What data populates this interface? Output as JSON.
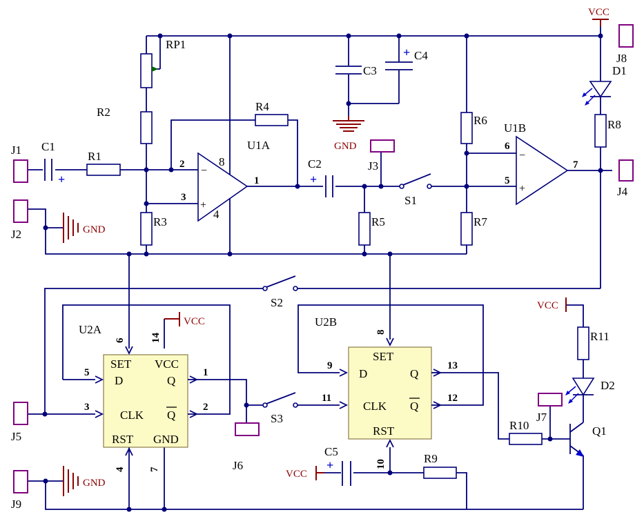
{
  "components": {
    "J1": "J1",
    "J2": "J2",
    "J3": "J3",
    "J4": "J4",
    "J5": "J5",
    "J6": "J6",
    "J7": "J7",
    "J8": "J8",
    "J9": "J9",
    "C1": "C1",
    "C2": "C2",
    "C3": "C3",
    "C4": "C4",
    "C5": "C5",
    "R1": "R1",
    "R2": "R2",
    "R3": "R3",
    "R4": "R4",
    "R5": "R5",
    "R6": "R6",
    "R7": "R7",
    "R8": "R8",
    "R9": "R9",
    "R10": "R10",
    "R11": "R11",
    "RP1": "RP1",
    "U1A": "U1A",
    "U1B": "U1B",
    "U2A": "U2A",
    "U2B": "U2B",
    "S1": "S1",
    "S2": "S2",
    "S3": "S3",
    "D1": "D1",
    "D2": "D2",
    "Q1": "Q1"
  },
  "power": {
    "vcc": "VCC",
    "gnd": "GND"
  },
  "polarity": {
    "plus": "+",
    "minus": "−"
  },
  "pins": {
    "u1a_inv": "2",
    "u1a_noninv": "3",
    "u1a_out": "1",
    "u1a_vcc": "8",
    "u1a_gnd": "4",
    "u1b_inv": "6",
    "u1b_noninv": "5",
    "u1b_out": "7",
    "u2a_set": "6",
    "u2a_vcc": "14",
    "u2a_d": "5",
    "u2a_clk": "3",
    "u2a_q": "1",
    "u2a_qbar": "2",
    "u2a_rst": "4",
    "u2a_gnd": "7",
    "u2b_set": "8",
    "u2b_d": "9",
    "u2b_clk": "11",
    "u2b_q": "13",
    "u2b_qbar": "12",
    "u2b_rst": "10"
  },
  "ff_labels": {
    "set": "SET",
    "vcc": "VCC",
    "d": "D",
    "q": "Q",
    "clk": "CLK",
    "qbar": "Q",
    "rst": "RST",
    "gnd": "GND"
  },
  "colors": {
    "wire": "#00007a",
    "power": "#8b0000",
    "connector": "#800080",
    "ic_fill": "#fdfbc5"
  }
}
